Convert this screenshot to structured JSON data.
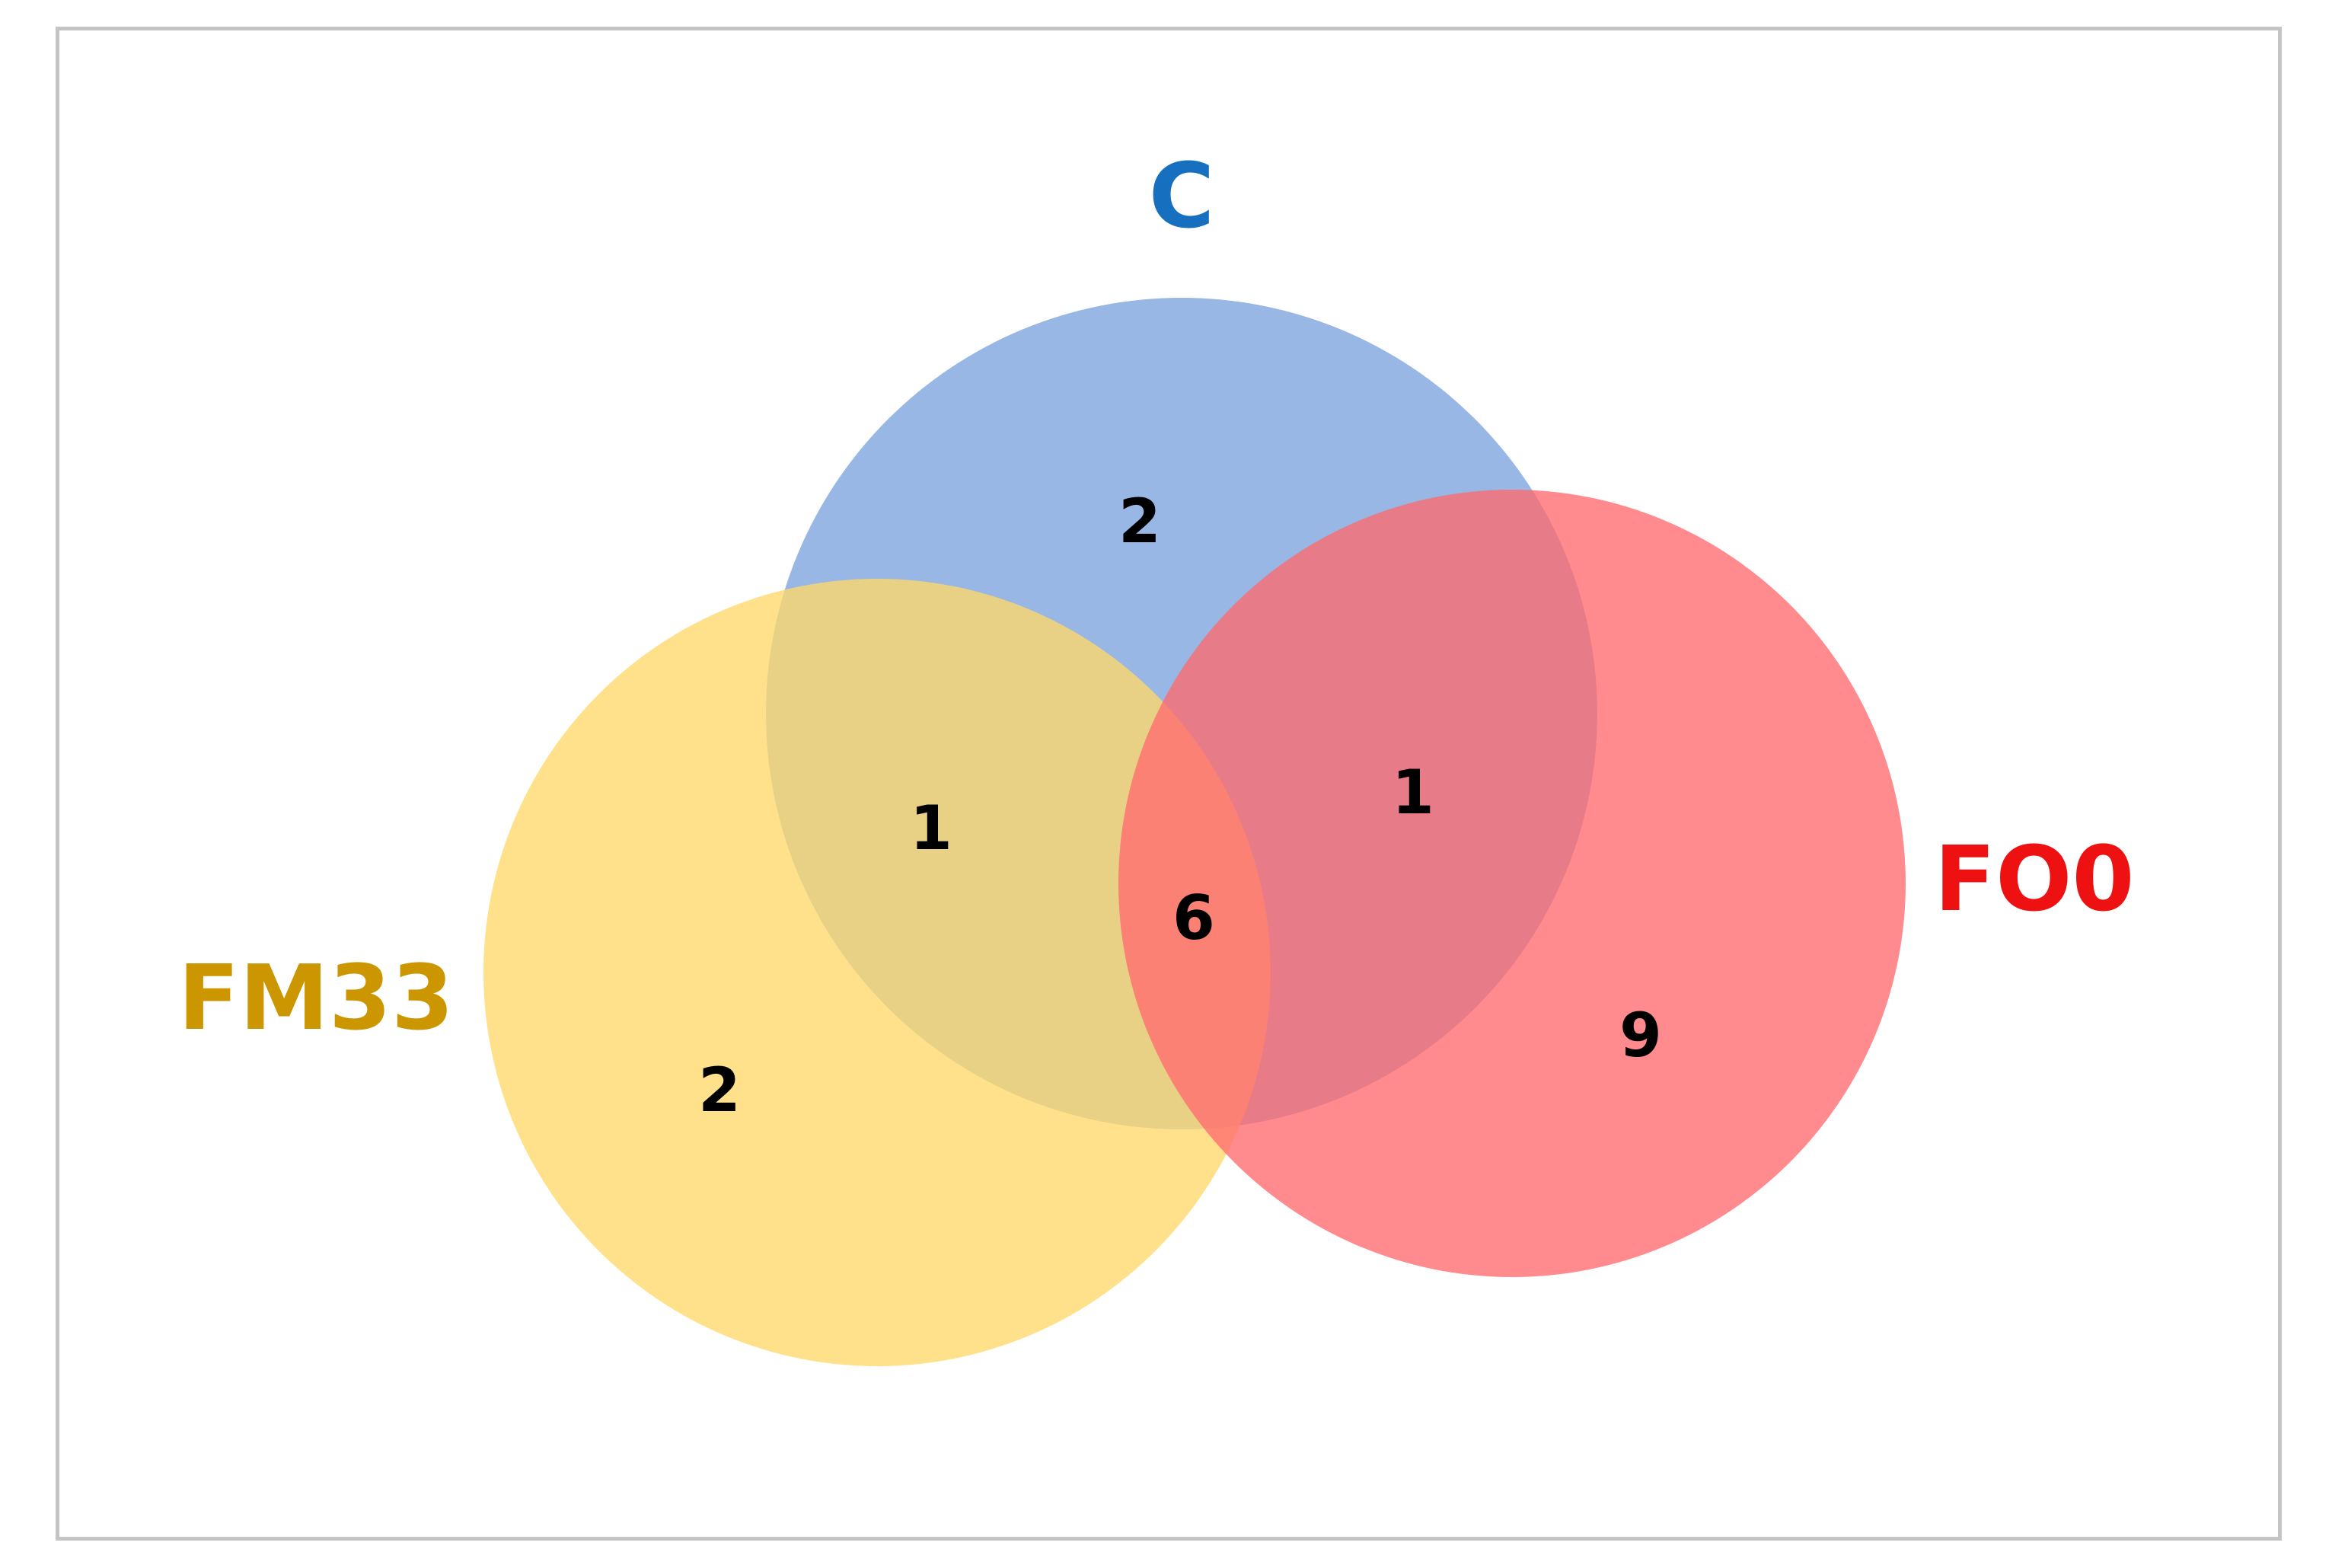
{
  "diagram": {
    "type": "venn",
    "sets": [
      {
        "id": "c",
        "label": "C",
        "color": "#4a7fcc",
        "label_color": "#1670bf",
        "fill": "#86aadf"
      },
      {
        "id": "fm33",
        "label": "FM33",
        "color": "#ffcf3c",
        "label_color": "#cc9600",
        "fill": "#ffd86a"
      },
      {
        "id": "fo0",
        "label": "FO0",
        "color": "#ff4f4f",
        "label_color": "#ee1111",
        "fill": "#ff6a6e"
      }
    ],
    "regions": {
      "c_only": "2",
      "fm33_only": "2",
      "fo0_only": "9",
      "c_fm33": "1",
      "c_fo0": "1",
      "c_fm33_fo0": "6"
    }
  }
}
